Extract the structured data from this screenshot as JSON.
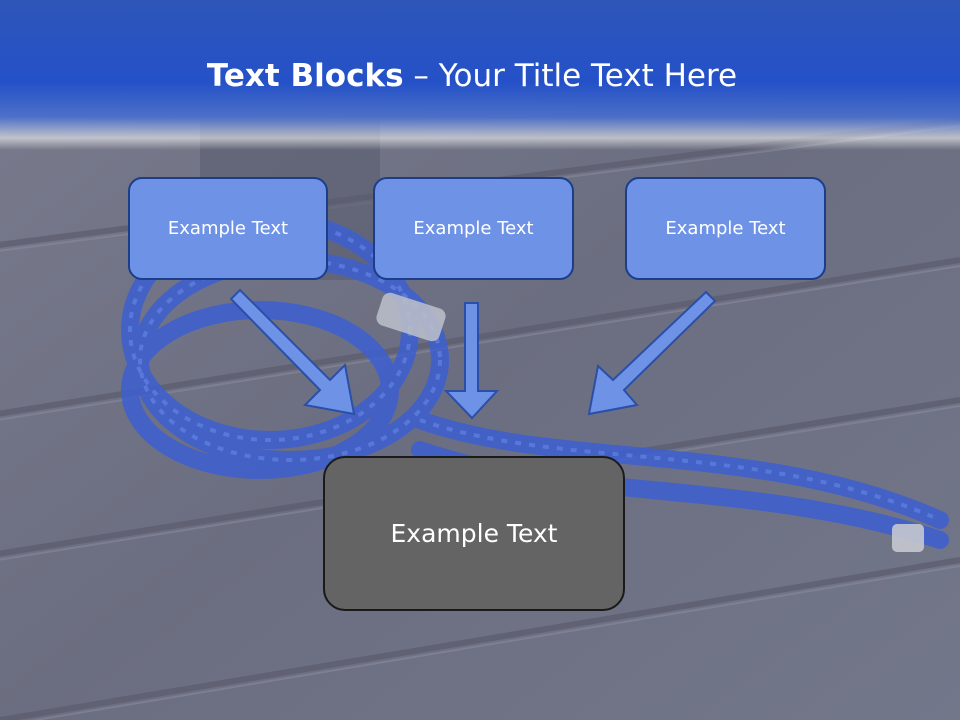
{
  "slide": {
    "title_bold": "Text Blocks",
    "title_dash": " – ",
    "title_rest": "Your Title Text Here",
    "blocks": [
      {
        "label": "Example Text"
      },
      {
        "label": "Example Text"
      },
      {
        "label": "Example Text"
      }
    ],
    "main_block": {
      "label": "Example Text"
    }
  },
  "colors": {
    "title_band": "#2451c8",
    "block_fill": "#6d92e6",
    "block_border": "#1b3d8a",
    "main_fill": "#646464",
    "arrow_fill": "#6d92e6"
  },
  "icons": {
    "arrows": [
      "arrow-down-right-icon",
      "arrow-down-icon",
      "arrow-down-left-icon"
    ]
  }
}
